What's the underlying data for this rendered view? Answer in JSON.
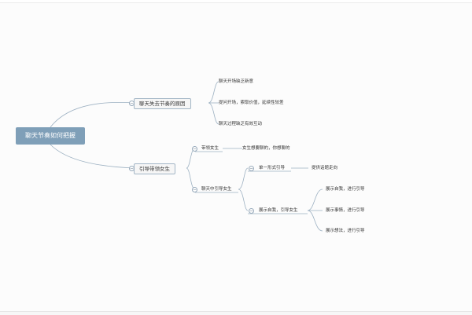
{
  "root": "聊天节奏如何把握",
  "branch1": {
    "label": "聊天失去节奏的原因",
    "items": [
      "聊天开场缺乏新意",
      "提问开场，索取价值，延续性较差",
      "聊天过程缺乏有效互动"
    ]
  },
  "branch2": {
    "label": "引导带领女生",
    "lead": {
      "label": "带领女生",
      "child": "女生想要聊的，你想聊的"
    },
    "guide": {
      "label": "聊天中引导女生",
      "single": {
        "label": "单一形式引导",
        "child": "提供话题走向"
      },
      "show": {
        "label": "展示自我，引导女生",
        "items": [
          "展示自我，进行引导",
          "展示事情，进行引导",
          "展示想法，进行引导"
        ]
      }
    }
  },
  "toggle_symbol": "−",
  "colors": {
    "root_bg": "#7f9fb8",
    "link": "#9db1c2",
    "node_border": "#a3b6c6"
  }
}
